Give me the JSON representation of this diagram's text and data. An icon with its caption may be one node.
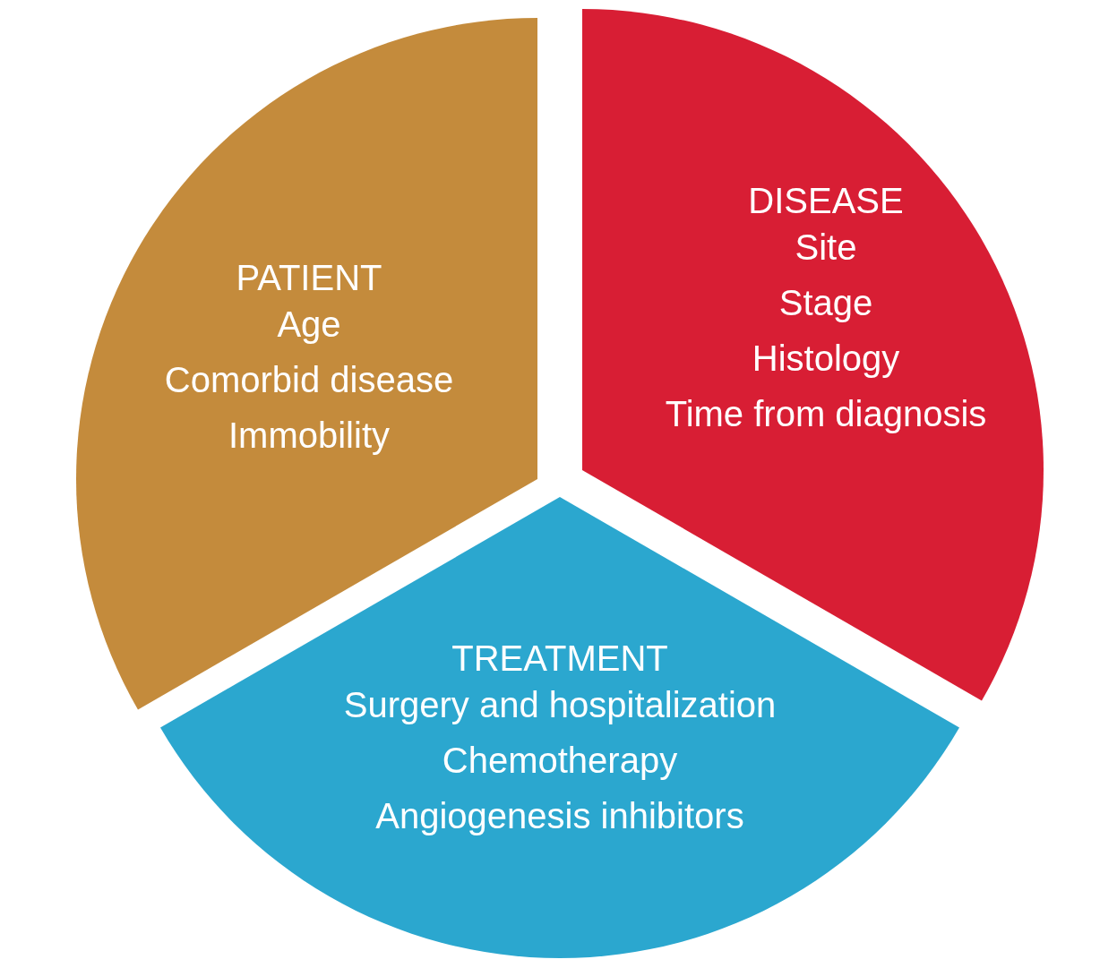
{
  "diagram": {
    "nodes": [
      {
        "text": [
          "PATIENT",
          "Age",
          "Comorbid disease",
          "Immobility"
        ]
      },
      {
        "text": [
          "DISEASE",
          "Site",
          "Stage",
          "Histology",
          "Time from diagnosis"
        ]
      },
      {
        "text": [
          "TREATMENT",
          "Surgery and hospitalization",
          "Chemotherapy",
          "Angiogenesis inhibitors"
        ]
      }
    ]
  }
}
